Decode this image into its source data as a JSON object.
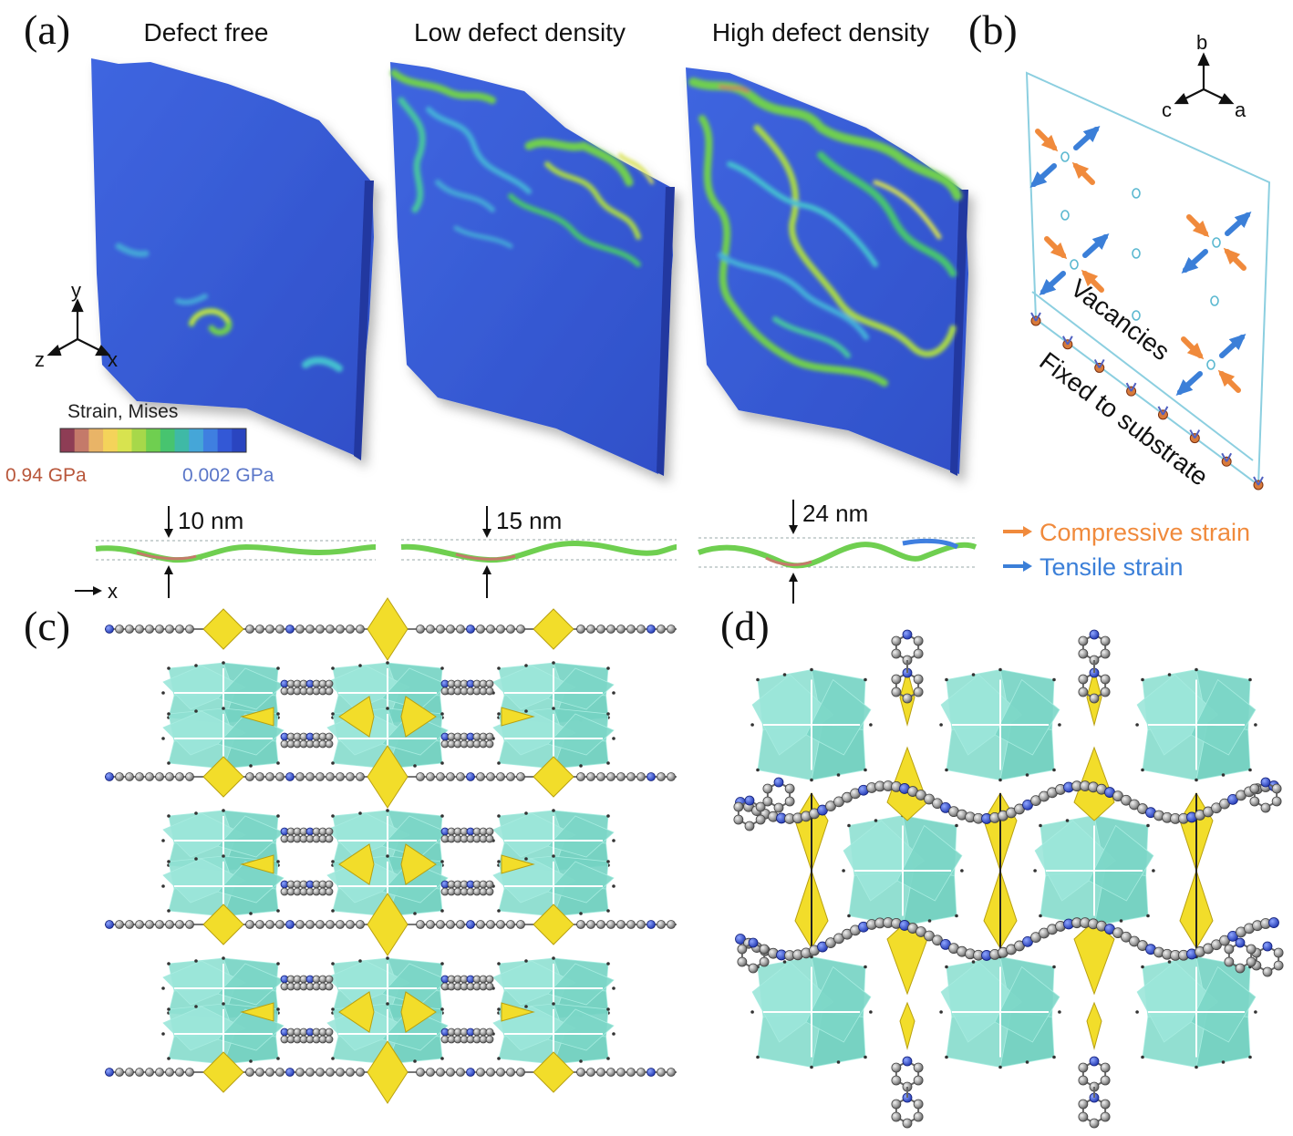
{
  "panels": {
    "a": {
      "label": "(a)",
      "titles": [
        "Defect free",
        "Low defect density",
        "High defect density"
      ],
      "axes": {
        "y": "y",
        "z": "z",
        "x": "x"
      },
      "colorbar": {
        "title": "Strain, Mises",
        "max": "0.94 GPa",
        "min": "0.002 GPa",
        "colors": [
          "#8e3d55",
          "#c47a6a",
          "#e9b467",
          "#f4d35a",
          "#d8e34f",
          "#a7d84a",
          "#6fcf50",
          "#47c46f",
          "#3fb9a6",
          "#45a6d8",
          "#3f7fe0",
          "#3358d6",
          "#2a45c0"
        ]
      },
      "profiles": [
        "10 nm",
        "15 nm",
        "24 nm"
      ],
      "profile_axis": "x"
    },
    "b": {
      "label": "(b)",
      "axes": {
        "b": "b",
        "c": "c",
        "a": "a"
      },
      "vacancies": "Vacancies",
      "fixed": "Fixed to substrate",
      "legend": [
        {
          "label": "Compressive strain",
          "color": "#f08a3c"
        },
        {
          "label": "Tensile strain",
          "color": "#3b7fd8"
        }
      ]
    },
    "c": {
      "label": "(c)"
    },
    "d": {
      "label": "(d)"
    }
  },
  "colors": {
    "sheet": "#3a5fd8",
    "cluster": "#7fd8c8",
    "linker": "#f2dd2a",
    "atom": "#9a9a9a",
    "nitrogen": "#3050d0"
  }
}
